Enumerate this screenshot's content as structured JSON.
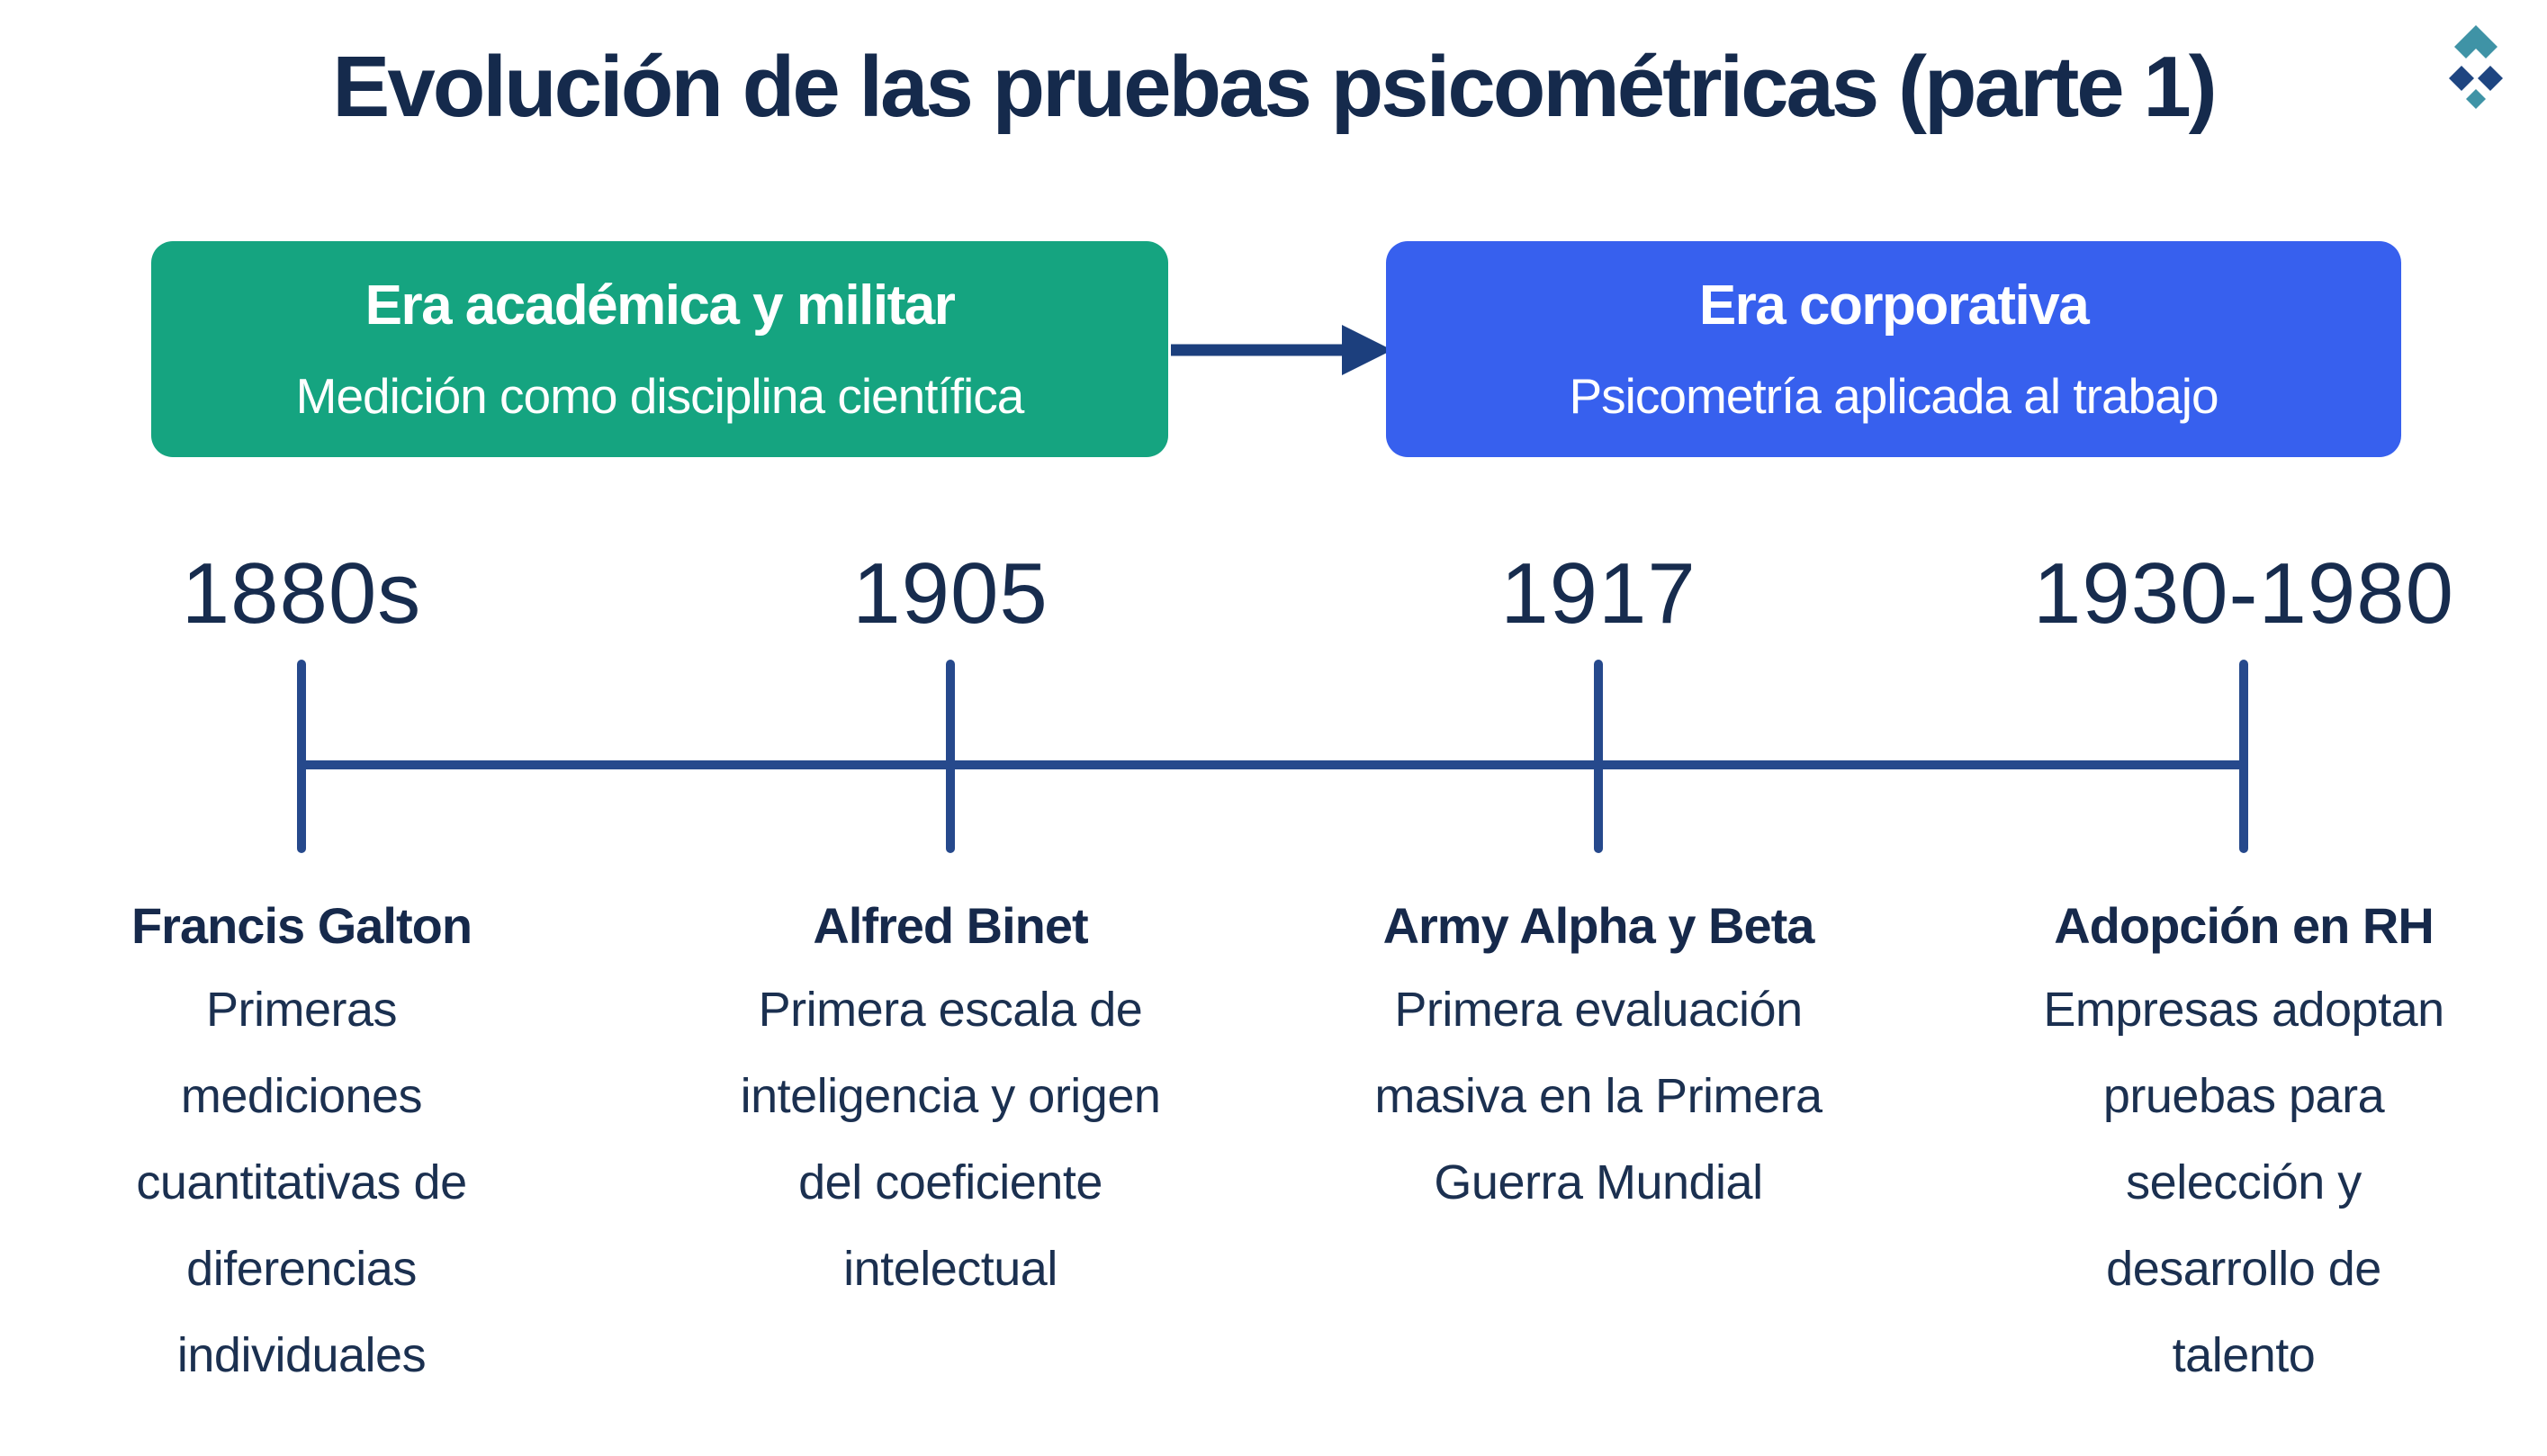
{
  "title": "Evolución de las pruebas psicométricas (parte 1)",
  "eras": [
    {
      "title": "Era académica y militar",
      "subtitle": "Medición como disciplina científica",
      "color": "#15A480"
    },
    {
      "title": "Era corporativa",
      "subtitle": "Psicometría aplicada al trabajo",
      "color": "#3760EE"
    }
  ],
  "timeline": {
    "line_color": "#26498C",
    "arrow_color": "#1C3F7D",
    "events": [
      {
        "year": "1880s",
        "heading": "Francis Galton",
        "description": "Primeras\nmediciones\ncuantitativas de\ndiferencias\nindividuales"
      },
      {
        "year": "1905",
        "heading": "Alfred Binet",
        "description": "Primera escala de\ninteligencia y origen\ndel coeficiente\nintelectual"
      },
      {
        "year": "1917",
        "heading": "Army Alpha y Beta",
        "description": "Primera evaluación\nmasiva en la Primera\nGuerra Mundial"
      },
      {
        "year": "1930-1980",
        "heading": "Adopción en RH",
        "description": "Empresas adoptan\npruebas para\nselección y\ndesarrollo de\ntalento"
      }
    ]
  },
  "logo": {
    "icon": "diamond-arrow-logo",
    "teal": "#3F93A6",
    "navy": "#1E4581"
  },
  "text_color": "#172C4E"
}
